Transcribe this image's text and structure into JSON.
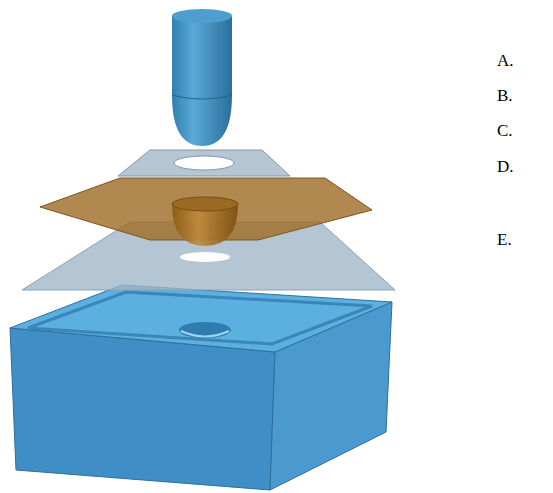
{
  "diagram": {
    "labels": [
      "A.",
      "B.",
      "C.",
      "D.",
      "E."
    ]
  }
}
